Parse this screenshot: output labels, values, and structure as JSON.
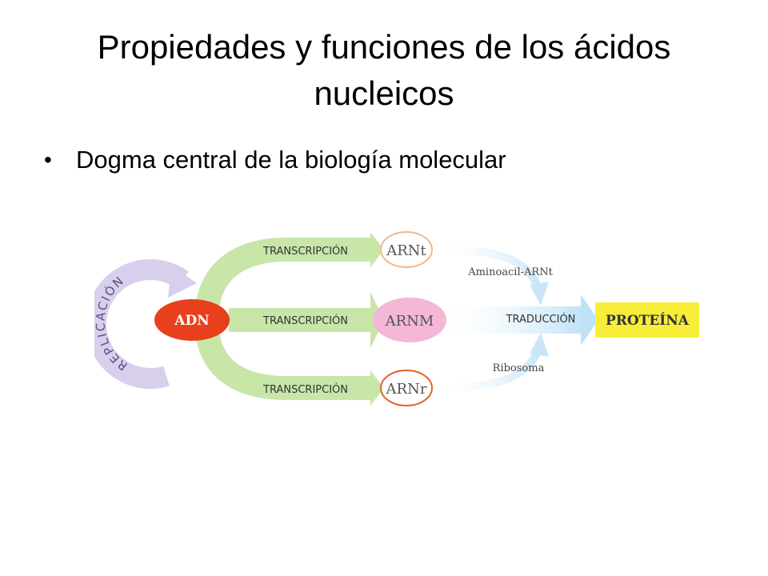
{
  "title": "Propiedades y funciones de los ácidos nucleicos",
  "bullets": [
    {
      "text": "Dogma central de la biología molecular"
    }
  ],
  "diagram": {
    "replication_label": "REPLICACIÓN",
    "nodes": {
      "adn": "ADN",
      "arnt": "ARNt",
      "arnm": "ARNM",
      "arnr": "ARNr",
      "proteina": "PROTEÍNA"
    },
    "arrows": {
      "transcription_top": "TRANSCRIPCIÓN",
      "transcription_mid": "TRANSCRIPCIÓN",
      "transcription_bottom": "TRANSCRIPCIÓN",
      "translation": "TRADUCCIÓN"
    },
    "annotations": {
      "aminoacil": "Aminoacil-ARNt",
      "ribosoma": "Ribosoma"
    },
    "colors": {
      "adn": "#e8401c",
      "transcription_arrow": "#c8e6a8",
      "translation_arrow": "#c6e4f6",
      "replication_arrow": "#d8cfec",
      "proteina": "#f8ee3a",
      "arnm": "#f4b8d6",
      "arnt_border": "#f2b887",
      "arnr_border": "#e2602a"
    }
  }
}
